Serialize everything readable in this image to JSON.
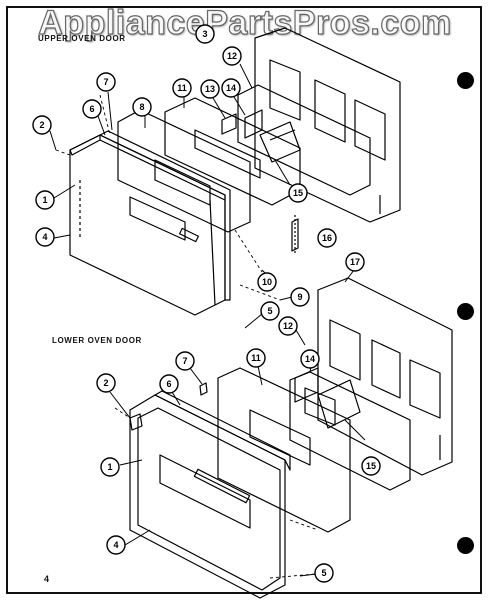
{
  "watermark": "AppliancePartsPros.com",
  "headings": {
    "upper": "UPPER OVEN DOOR",
    "lower": "LOWER OVEN DOOR"
  },
  "page_number": "4",
  "callouts": {
    "upper": [
      "1",
      "2",
      "4",
      "6",
      "7",
      "8",
      "11",
      "12",
      "13",
      "14",
      "15",
      "16",
      "10",
      "9",
      "17",
      "3"
    ],
    "lower": [
      "2",
      "7",
      "6",
      "11",
      "14",
      "12",
      "1",
      "4",
      "5",
      "15",
      "5"
    ]
  }
}
